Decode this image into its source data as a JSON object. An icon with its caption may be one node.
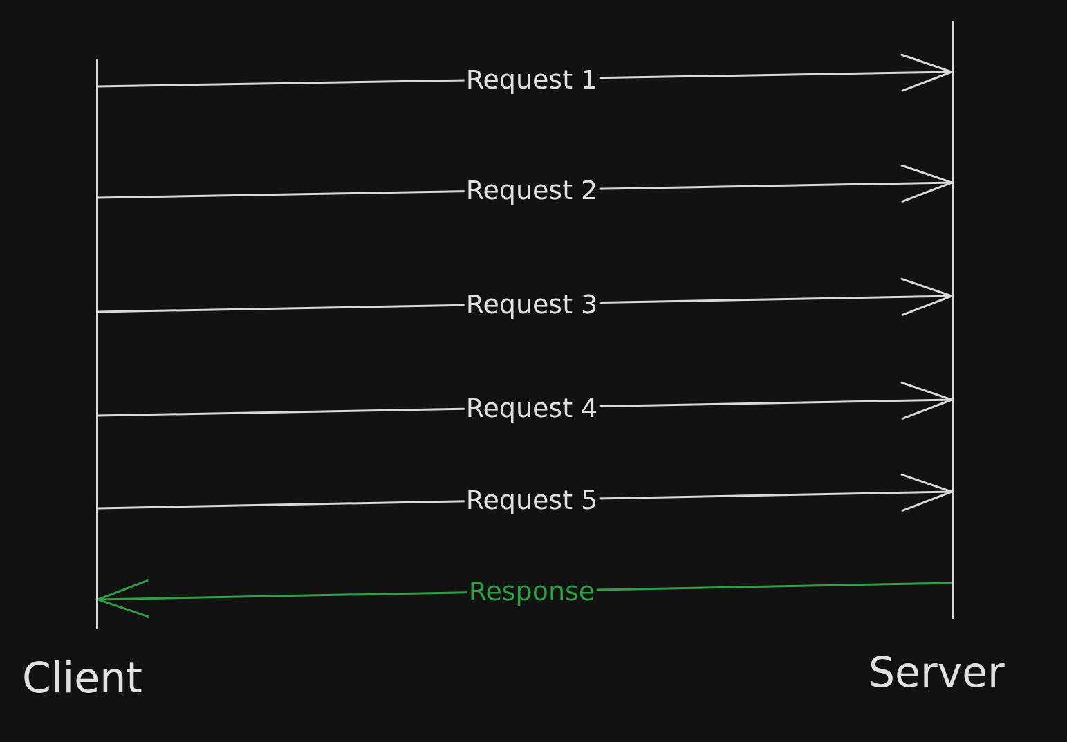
{
  "diagram": {
    "nodes": [
      {
        "text": [],
        "shape": "line",
        "beside": [
          "Client"
        ]
      },
      {
        "text": [],
        "shape": "line",
        "beside": [
          "Server"
        ]
      }
    ],
    "edges": [
      {
        "from": 0,
        "to": 1,
        "arrow": "to",
        "label": "Request 1"
      },
      {
        "from": 0,
        "to": 1,
        "arrow": "to",
        "label": "Request 2"
      },
      {
        "from": 0,
        "to": 1,
        "arrow": "to",
        "label": "Request 3"
      },
      {
        "from": 0,
        "to": 1,
        "arrow": "to",
        "label": "Request 4"
      },
      {
        "from": 0,
        "to": 1,
        "arrow": "to",
        "label": "Request 5"
      },
      {
        "from": 1,
        "to": 0,
        "arrow": "to",
        "label": "Response",
        "color": "#2f9e44"
      }
    ]
  }
}
